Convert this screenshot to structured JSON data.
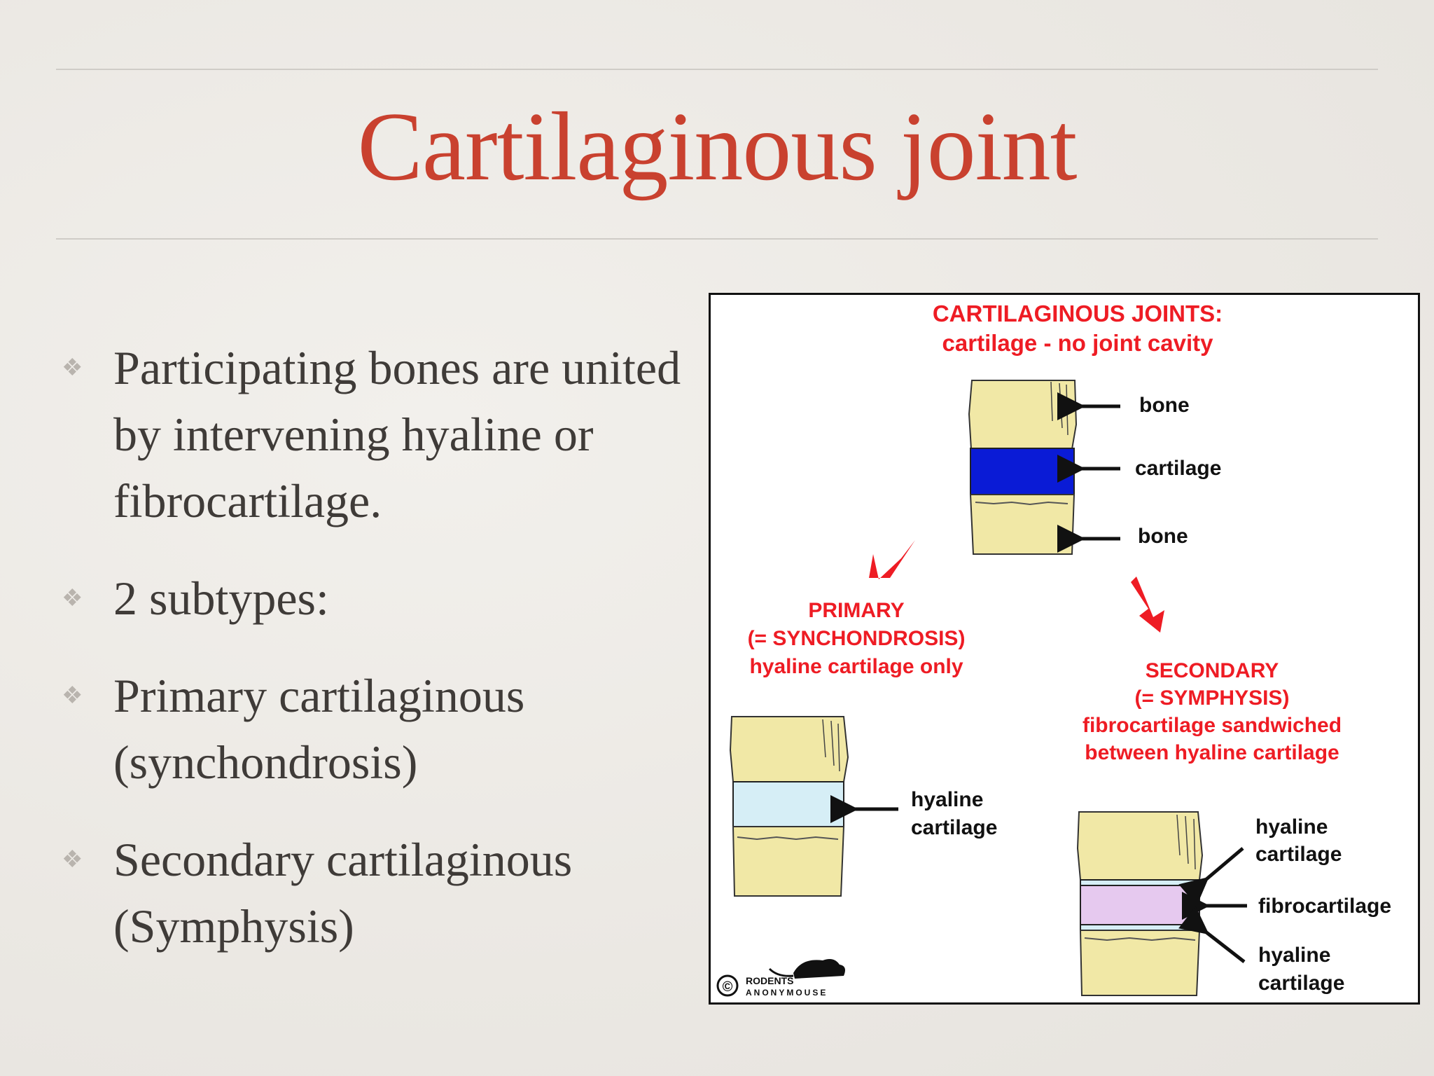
{
  "slide": {
    "title": "Cartilaginous joint",
    "bullets": [
      "Participating bones are united by intervening hyaline or fibrocartilage.",
      "2 subtypes:",
      "Primary cartilaginous (synchondrosis)",
      "Secondary cartilaginous (Symphysis)"
    ],
    "bullet_marker_icon": "fleuron-diamond-icon"
  },
  "figure": {
    "heading_line1": "CARTILAGINOUS JOINTS:",
    "heading_line2": "cartilage - no joint cavity",
    "top_labels": {
      "bone_top": "bone",
      "cartilage": "cartilage",
      "bone_bottom": "bone"
    },
    "primary": {
      "line1": "PRIMARY",
      "line2": "(= SYNCHONDROSIS)",
      "line3": "hyaline cartilage only",
      "label_line1": "hyaline",
      "label_line2": "cartilage"
    },
    "secondary": {
      "line1": "SECONDARY",
      "line2": "(= SYMPHYSIS)",
      "line3": "fibrocartilage sandwiched",
      "line4": "between hyaline cartilage",
      "label_top_line1": "hyaline",
      "label_top_line2": "cartilage",
      "label_mid": "fibrocartilage",
      "label_bottom_line1": "hyaline",
      "label_bottom_line2": "cartilage"
    },
    "copyright_symbol": "©",
    "credit_line1": "RODENTS",
    "credit_line2": "ANONYMOUSE",
    "colors": {
      "bone": "#f1e8a6",
      "cartilage": "#0a1bd6",
      "hyaline": "#d6eef6",
      "fibrocartilage": "#e6c9ef",
      "red": "#ee1c24"
    }
  }
}
